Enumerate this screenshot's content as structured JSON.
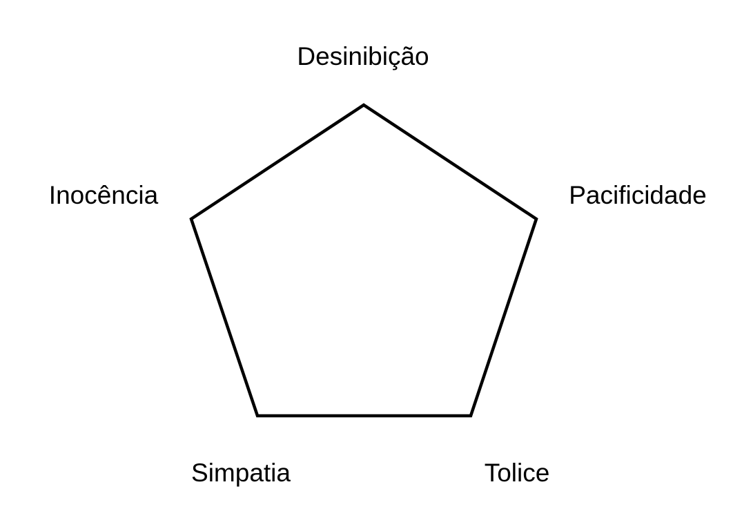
{
  "diagram": {
    "labels": {
      "top": "Desinibição",
      "right": "Pacificidade",
      "left": "Inocência",
      "bottom_left": "Simpatia",
      "bottom_right": "Tolice"
    },
    "stroke_color": "#000000",
    "background_color": "#ffffff"
  }
}
